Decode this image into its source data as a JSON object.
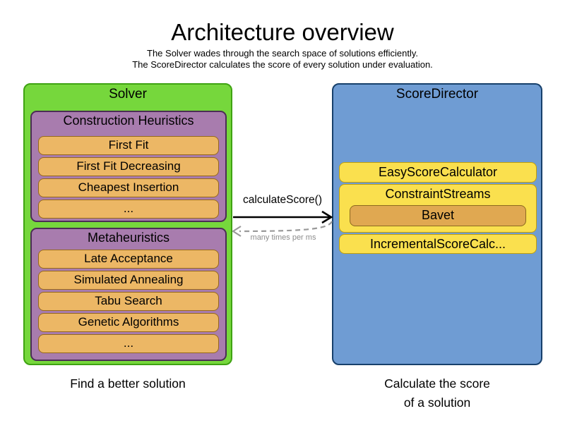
{
  "title": "Architecture overview",
  "subtitle_line1": "The Solver wades through the search space of solutions efficiently.",
  "subtitle_line2": "The ScoreDirector calculates the score of every solution under evaluation.",
  "solver": {
    "label": "Solver",
    "caption": "Find a better solution",
    "construction_heuristics": {
      "label": "Construction Heuristics",
      "items": [
        "First Fit",
        "First Fit Decreasing",
        "Cheapest Insertion",
        "..."
      ]
    },
    "metaheuristics": {
      "label": "Metaheuristics",
      "items": [
        "Late Acceptance",
        "Simulated Annealing",
        "Tabu Search",
        "Genetic Algorithms",
        "..."
      ]
    }
  },
  "score_director": {
    "label": "ScoreDirector",
    "caption_line1": "Calculate the score",
    "caption_line2": "of a solution",
    "calculators": {
      "easy": "EasyScoreCalculator",
      "constraint_streams": "ConstraintStreams",
      "bavet": "Bavet",
      "incremental": "IncrementalScoreCalc..."
    }
  },
  "interaction": {
    "call_label": "calculateScore()",
    "frequency_label": "many times per ms"
  },
  "colors": {
    "solver_fill": "#76D73C",
    "solver_border": "#3FA312",
    "heuristic_section_fill": "#A87CAE",
    "heuristic_section_border": "#4B2D55",
    "algorithm_fill": "#ECB765",
    "algorithm_border": "#96691B",
    "score_director_fill": "#6F9CD3",
    "score_director_border": "#17406B",
    "calculator_fill": "#FAE04E",
    "calculator_border": "#C3A008",
    "bavet_fill": "#E0A851",
    "arrow_solid": "#000000",
    "arrow_dashed": "#999999"
  }
}
